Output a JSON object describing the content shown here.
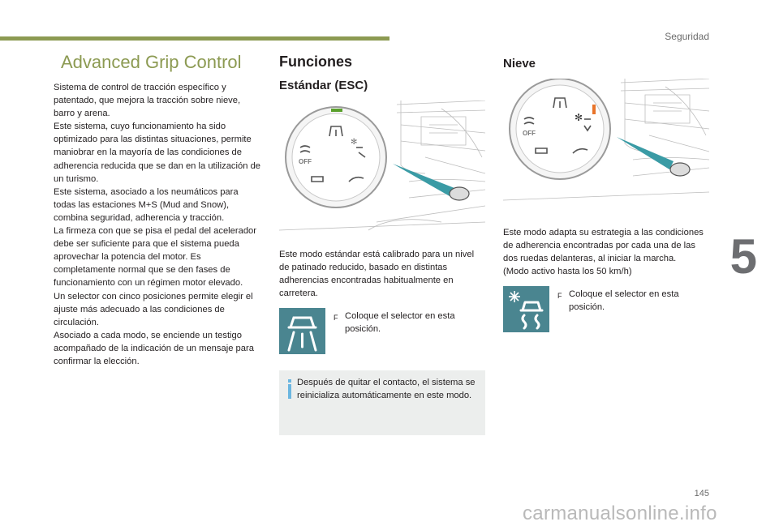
{
  "header": {
    "section": "Seguridad"
  },
  "chapter": "5",
  "page_number": "145",
  "watermark": "carmanualsonline.info",
  "col1": {
    "title": "Advanced Grip Control",
    "paragraphs": [
      "Sistema de control de tracción específico y patentado, que mejora la tracción sobre nieve, barro y arena.",
      "Este sistema, cuyo funcionamiento ha sido optimizado para las distintas situaciones, permite maniobrar en la mayoría de las condiciones de adherencia reducida que se dan en la utilización de un turismo.",
      "Este sistema, asociado a los neumáticos para todas las estaciones M+S (Mud and Snow), combina seguridad, adherencia y tracción.",
      "La firmeza con que se pisa el pedal del acelerador debe ser suficiente para que el sistema pueda aprovechar la potencia del motor. Es completamente normal que se den fases de funcionamiento con un régimen motor elevado.",
      "Un selector con cinco posiciones permite elegir el ajuste más adecuado a las condiciones de circulación.",
      "Asociado a cada modo, se enciende un testigo acompañado de la indicación de un mensaje para confirmar la elección."
    ]
  },
  "col2": {
    "title": "Funciones",
    "subtitle": "Estándar (ESC)",
    "dial_off": "OFF",
    "description": "Este modo estándar está calibrado para un nivel de patinado reducido, basado en distintas adherencias encontradas habitualmente en carretera.",
    "step_bullet": "F",
    "step": "Coloque el selector en esta posición.",
    "info_icon": "i",
    "info": "Después de quitar el contacto, el sistema se reinicializa automáticamente en este modo."
  },
  "col3": {
    "title": "Nieve",
    "dial_off": "OFF",
    "description": "Este modo adapta su estrategia a las condiciones de adherencia encontradas por cada una de las dos ruedas delanteras, al iniciar la marcha.",
    "note": "(Modo activo hasta los 50 km/h)",
    "step_bullet": "F",
    "step": "Coloque el selector en esta posición."
  },
  "colors": {
    "accent": "#8c9a52",
    "icon_bg": "#4a8590",
    "info_bg": "#eceeed",
    "info_icon": "#6bb6e0",
    "dial_active_green": "#5aa02c",
    "dial_active_orange": "#e8742a"
  }
}
